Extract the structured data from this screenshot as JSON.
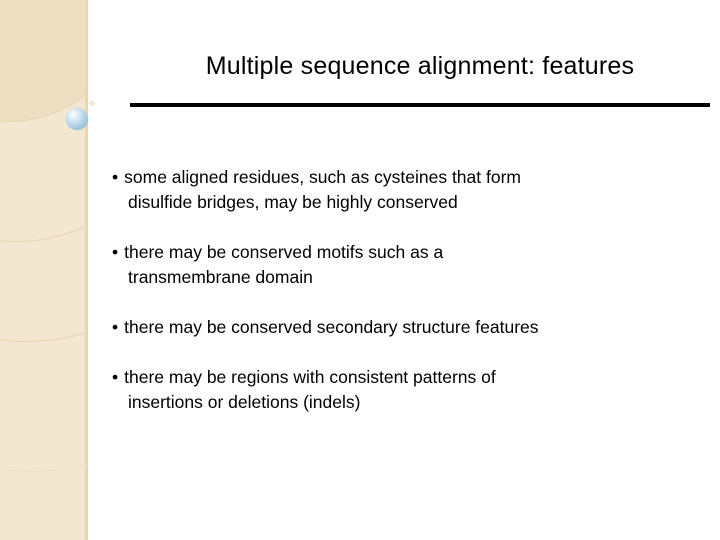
{
  "slide": {
    "title": "Multiple sequence alignment: features",
    "bullet_marker": "•",
    "bullets": [
      {
        "line1": "some aligned residues, such as cysteines that form",
        "line2": "disulfide bridges, may be highly conserved"
      },
      {
        "line1": "there may be conserved motifs such as a",
        "line2": "transmembrane domain"
      },
      {
        "line1": "there may be conserved secondary structure features",
        "line2": ""
      },
      {
        "line1": "there may be regions with consistent patterns of",
        "line2": "insertions or deletions (indels)"
      }
    ],
    "decoration": {
      "sparkle_glyph": "✧"
    },
    "colors": {
      "band": "#f3e8cf",
      "rule": "#000000",
      "text": "#000000",
      "sphere": "#9cc6e2"
    }
  }
}
